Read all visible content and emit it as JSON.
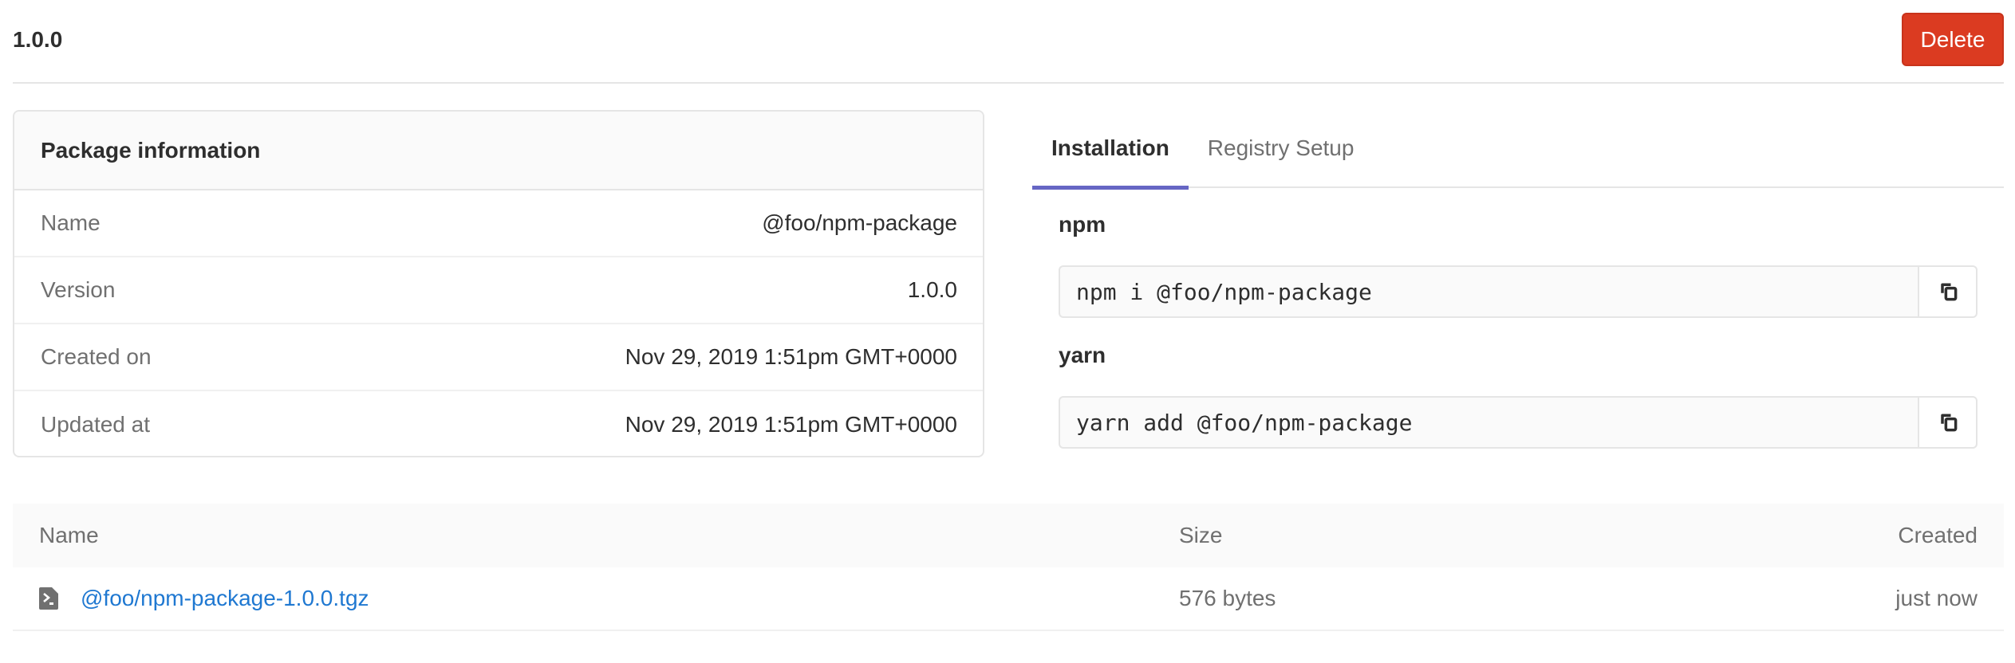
{
  "header": {
    "title": "1.0.0",
    "delete_label": "Delete"
  },
  "package_info": {
    "title": "Package information",
    "rows": [
      {
        "label": "Name",
        "value": "@foo/npm-package"
      },
      {
        "label": "Version",
        "value": "1.0.0"
      },
      {
        "label": "Created on",
        "value": "Nov 29, 2019 1:51pm GMT+0000"
      },
      {
        "label": "Updated at",
        "value": "Nov 29, 2019 1:51pm GMT+0000"
      }
    ]
  },
  "tabs": [
    {
      "label": "Installation",
      "active": true
    },
    {
      "label": "Registry Setup",
      "active": false
    }
  ],
  "installation": {
    "npm": {
      "label": "npm",
      "command": "npm i @foo/npm-package",
      "icon": "copy-icon"
    },
    "yarn": {
      "label": "yarn",
      "command": "yarn add @foo/npm-package",
      "icon": "copy-icon"
    }
  },
  "files": {
    "columns": [
      "Name",
      "Size",
      "Created"
    ],
    "rows": [
      {
        "icon": "file-archive-icon",
        "name": "@foo/npm-package-1.0.0.tgz",
        "size": "576 bytes",
        "created": "just now"
      }
    ]
  },
  "colors": {
    "danger": "#db3b21",
    "tab_active": "#6666c4",
    "link": "#1f78d1"
  }
}
